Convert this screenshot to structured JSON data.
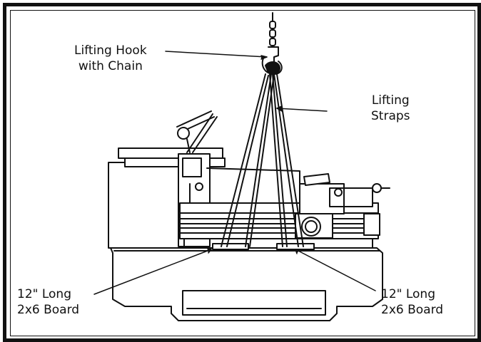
{
  "labels": {
    "hook": {
      "line1": "Lifting Hook",
      "line2": "with Chain"
    },
    "straps": {
      "line1": "Lifting",
      "line2": "Straps"
    },
    "board_left": {
      "line1": "12\" Long",
      "line2": "2x6 Board"
    },
    "board_right": {
      "line1": "12\" Long",
      "line2": "2x6 Board"
    }
  },
  "colors": {
    "ink": "#111111",
    "background": "#ffffff"
  }
}
